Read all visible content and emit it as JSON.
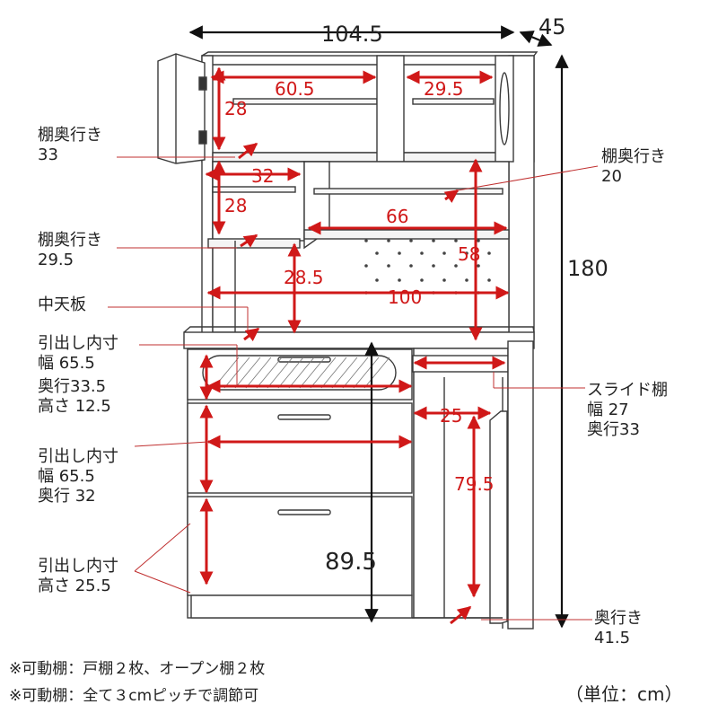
{
  "overall": {
    "width": "104.5",
    "depth": "45",
    "height": "180",
    "lower_height": "89.5"
  },
  "dims": {
    "upper_left_width": "60.5",
    "upper_right_width": "29.5",
    "upper_height": "28",
    "mid_shelf_width": "32",
    "mid_height": "28",
    "open_width": "66",
    "open_height": "58",
    "middle_gap": "28.5",
    "inner_width": "100",
    "slide_width": "25",
    "cabinet_height": "79.5"
  },
  "labels": {
    "shelf_depth_33": [
      "棚奥行き",
      "33"
    ],
    "shelf_depth_29": [
      "棚奥行き",
      "29.5"
    ],
    "shelf_depth_20": [
      "棚奥行き",
      "20"
    ],
    "middle_board": "中天板",
    "drawer1": [
      "引出し内寸",
      "幅 65.5",
      "奥行33.5",
      "高さ 12.5"
    ],
    "drawer2": [
      "引出し内寸",
      "幅 65.5",
      "奥行 32"
    ],
    "drawer3": [
      "引出し内寸",
      "高さ 25.5"
    ],
    "slide_shelf": [
      "スライド棚",
      "幅  27",
      "奥行33"
    ],
    "depth_bottom": [
      "奥行き",
      "41.5"
    ]
  },
  "notes": [
    "※可動棚：戸棚２枚、オープン棚２枚",
    "※可動棚：全て３cmピッチで調節可"
  ],
  "unit": "（単位：cm）",
  "colors": {
    "dimension": "#d01818",
    "outline": "#3a3a3a",
    "leader": "#c03030",
    "text": "#222222"
  }
}
